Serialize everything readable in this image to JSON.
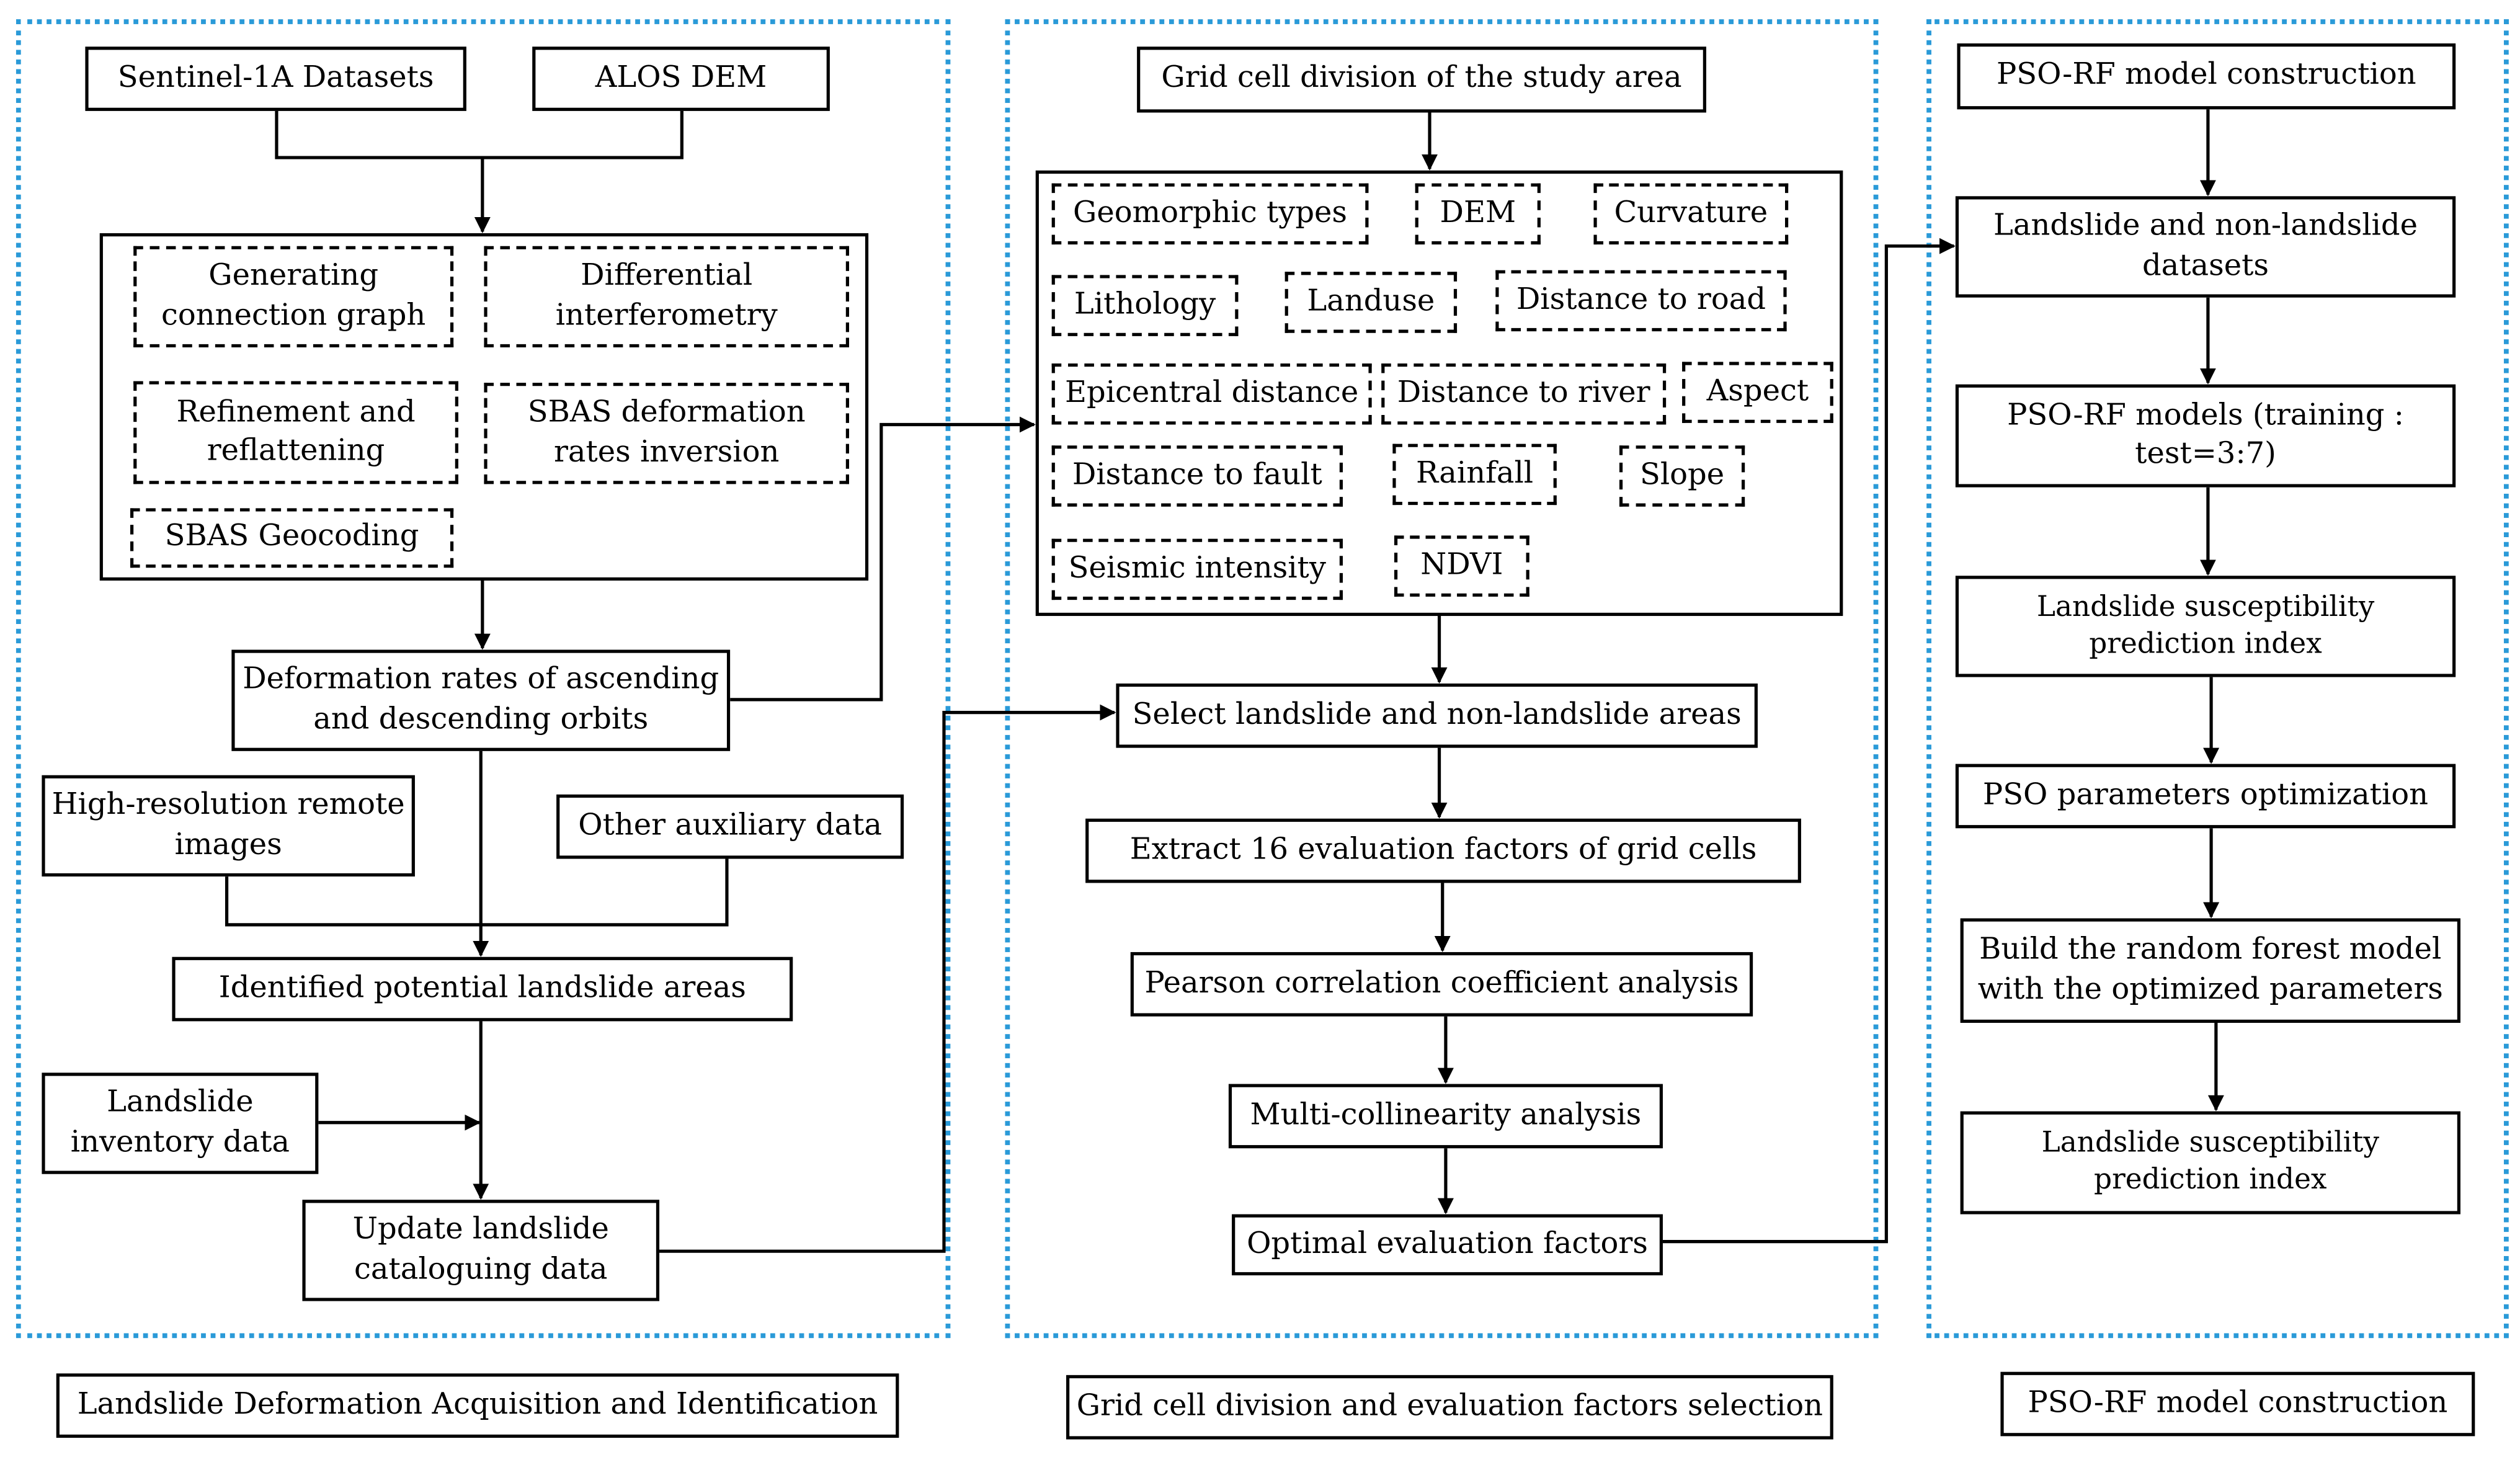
{
  "panels": [
    {
      "id": "acquisition",
      "caption": "Landslide Deformation Acquisition and Identification"
    },
    {
      "id": "grid",
      "caption": "Grid cell division and evaluation factors selection"
    },
    {
      "id": "model",
      "caption": "PSO-RF model construction"
    }
  ],
  "acquisition": {
    "sentinel": "Sentinel-1A Datasets",
    "alos_dem": "ALOS DEM",
    "sbas_steps": [
      "Generating connection graph",
      "Differential interferometry",
      "Refinement and reflattening",
      "SBAS deformation rates inversion",
      "SBAS Geocoding"
    ],
    "deformation_rates": "Deformation rates of ascending and descending orbits",
    "high_res": "High-resolution remote images",
    "aux_data": "Other auxiliary data",
    "identified": "Identified potential landslide areas",
    "inventory": "Landslide inventory data",
    "update": "Update landslide cataloguing data"
  },
  "grid": {
    "division": "Grid cell division of the study area",
    "factors": [
      "Geomorphic types",
      "DEM",
      "Curvature",
      "Lithology",
      "Landuse",
      "Distance to road",
      "Epicentral distance",
      "Distance to river",
      "Aspect",
      "Distance to fault",
      "Rainfall",
      "Slope",
      "Seismic intensity",
      "NDVI"
    ],
    "select": "Select landslide and non-landslide areas",
    "extract": "Extract 16 evaluation factors of grid cells",
    "pearson": "Pearson correlation coefficient  analysis",
    "multicollinearity": "Multi-collinearity analysis",
    "optimal": "Optimal evaluation factors"
  },
  "model": {
    "construction": "PSO-RF model construction",
    "datasets": "Landslide and non-landslide datasets",
    "models": "PSO-RF models (training : test=3:7)",
    "index1": "Landslide susceptibility prediction index",
    "pso": "PSO parameters optimization",
    "build": "Build the random forest model with the optimized parameters",
    "index2": "Landslide susceptibility prediction index"
  },
  "colors": {
    "panel_border": "#2a9ad8",
    "box_border": "#000000",
    "text": "#000000"
  }
}
